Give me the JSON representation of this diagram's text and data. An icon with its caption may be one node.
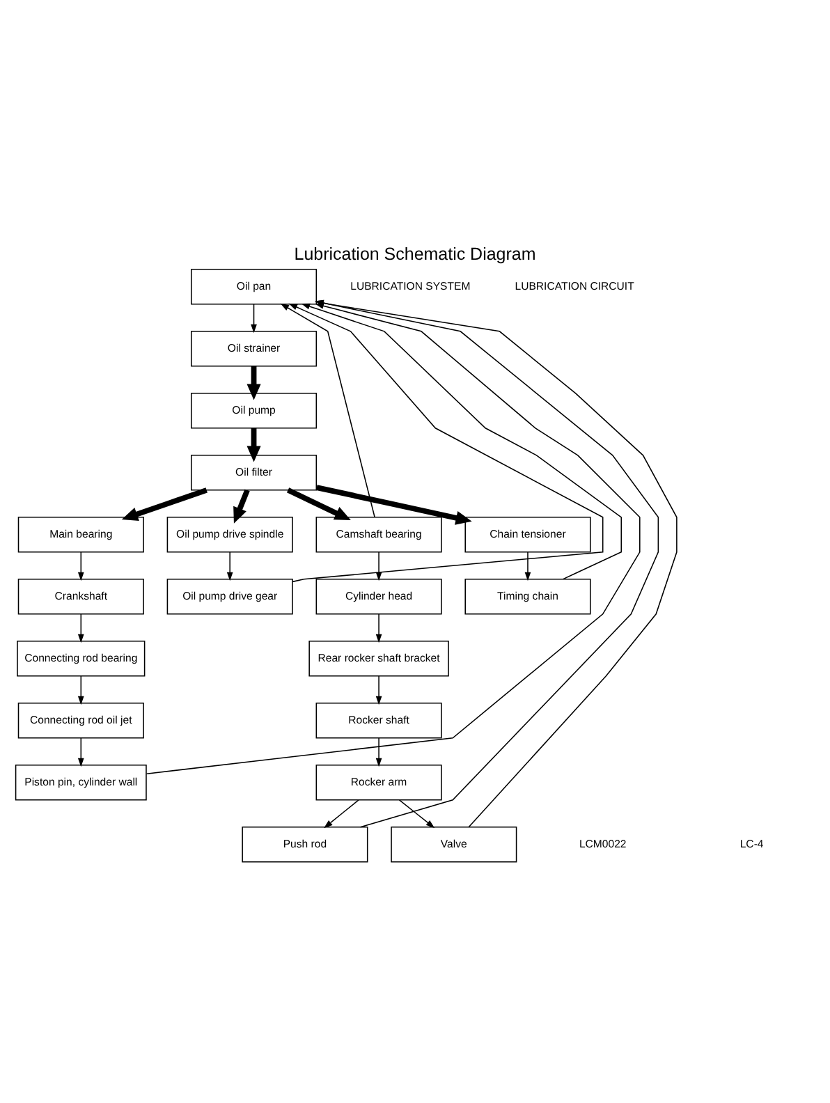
{
  "diagram": {
    "title": "Lubrication Schematic Diagram",
    "nodes": [
      {
        "text": [
          "Oil pan"
        ]
      },
      {
        "text": [
          "Oil strainer"
        ]
      },
      {
        "text": [
          "Oil pump"
        ]
      },
      {
        "text": [
          "Oil filter"
        ]
      },
      {
        "text": [
          "Main bearing"
        ]
      },
      {
        "text": [
          "Oil pump drive spindle"
        ]
      },
      {
        "text": [
          "Camshaft bearing"
        ]
      },
      {
        "text": [
          "Cylinder head"
        ]
      },
      {
        "text": [
          "Chain tensioner"
        ]
      },
      {
        "text": [
          "Crankshaft"
        ]
      },
      {
        "text": [
          "Oil pump drive gear"
        ]
      },
      {
        "text": [
          "Rear rocker shaft bracket"
        ]
      },
      {
        "text": [
          "Timing chain"
        ]
      },
      {
        "text": [
          "Connecting rod bearing"
        ]
      },
      {
        "text": [
          "Rocker shaft"
        ]
      },
      {
        "text": [
          "Connecting rod oil jet"
        ]
      },
      {
        "text": [
          "Rocker arm"
        ]
      },
      {
        "text": [
          "Piston pin, cylinder wall"
        ]
      },
      {
        "text": [
          "Push rod"
        ]
      },
      {
        "text": [
          "Valve"
        ]
      }
    ],
    "edges": [
      {
        "from": 0,
        "to": 1,
        "arrow": "to"
      },
      {
        "from": 1,
        "to": 2,
        "arrow": "to",
        "style": "thick"
      },
      {
        "from": 2,
        "to": 3,
        "arrow": "to",
        "style": "thick"
      },
      {
        "from": 3,
        "to": 8,
        "arrow": "to",
        "style": "thick"
      },
      {
        "from": 3,
        "to": 4,
        "arrow": "to",
        "style": "thick"
      },
      {
        "from": 3,
        "to": 5,
        "arrow": "to",
        "style": "thick"
      },
      {
        "from": 3,
        "to": 6,
        "arrow": "to",
        "style": "thick"
      },
      {
        "from": 6,
        "to": 7,
        "arrow": "to"
      },
      {
        "from": 8,
        "to": 12,
        "arrow": "to"
      },
      {
        "from": 4,
        "to": 9,
        "arrow": "to"
      },
      {
        "from": 5,
        "to": 10,
        "arrow": "to"
      },
      {
        "from": 7,
        "to": 11,
        "arrow": "to"
      },
      {
        "from": 9,
        "to": 13,
        "arrow": "to"
      },
      {
        "from": 11,
        "to": 14,
        "arrow": "to"
      },
      {
        "from": 13,
        "to": 15,
        "arrow": "to"
      },
      {
        "from": 14,
        "to": 16,
        "arrow": "to"
      },
      {
        "from": 15,
        "to": 17,
        "arrow": "to"
      },
      {
        "from": 16,
        "to": 18,
        "arrow": "to"
      },
      {
        "from": 16,
        "to": 19,
        "arrow": "to"
      },
      {
        "from": 12,
        "to": 0,
        "arrow": "to"
      },
      {
        "from": 17,
        "to": 0,
        "arrow": "to"
      },
      {
        "from": 10,
        "to": 0,
        "arrow": "to"
      },
      {
        "from": 6,
        "to": 0,
        "arrow": "to"
      },
      {
        "from": 18,
        "to": 0,
        "arrow": "to"
      },
      {
        "from": 19,
        "to": 0,
        "arrow": "to"
      }
    ],
    "labels": [
      "LUBRICATION SYSTEM",
      "LUBRICATION CIRCUIT",
      "LCM0022",
      "LC-4"
    ]
  }
}
